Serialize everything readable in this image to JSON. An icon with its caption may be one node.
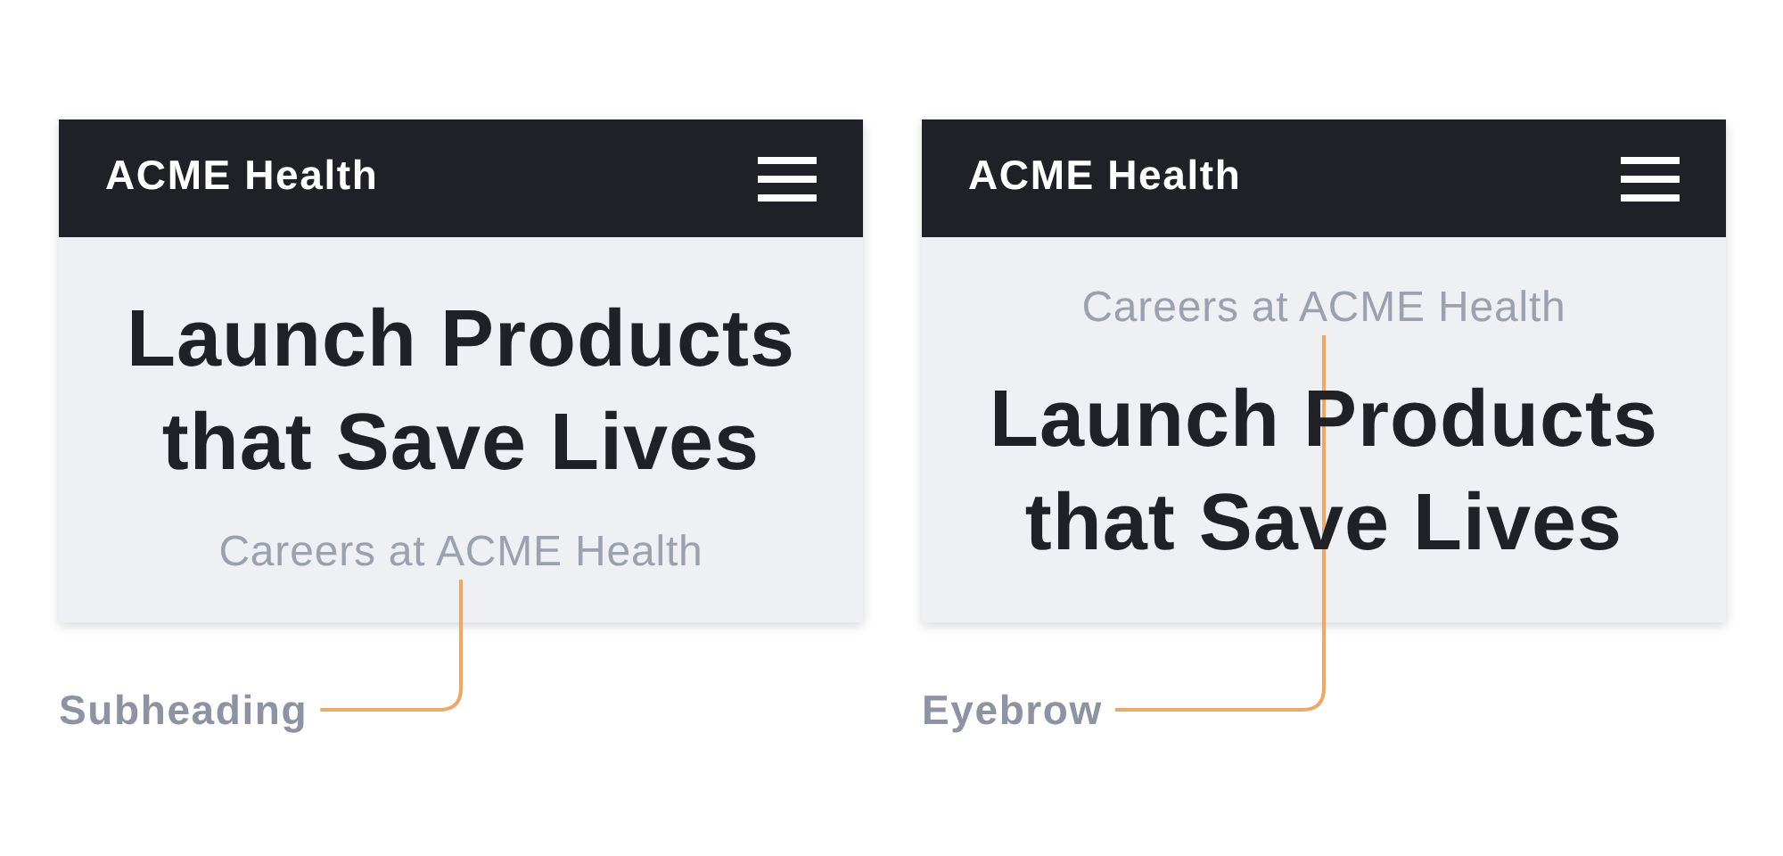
{
  "diagram": {
    "nodes": [
      {
        "text": [
          "ACME Health"
        ]
      },
      {
        "text": [
          "Launch Products that Save Lives"
        ]
      },
      {
        "text": [
          "Careers at ACME Health"
        ],
        "in": 1
      },
      {
        "text": [
          "Subheading"
        ]
      },
      {
        "text": [
          "ACME Health"
        ]
      },
      {
        "text": [
          "Launch Products that Save Lives"
        ]
      },
      {
        "text": [
          "Careers at ACME Health"
        ],
        "in": 5
      },
      {
        "text": [
          "Eyebrow"
        ]
      }
    ],
    "edges": [
      {
        "from": 3,
        "to": 2,
        "arrow": "none"
      },
      {
        "from": 7,
        "to": 6,
        "arrow": "none"
      }
    ]
  }
}
